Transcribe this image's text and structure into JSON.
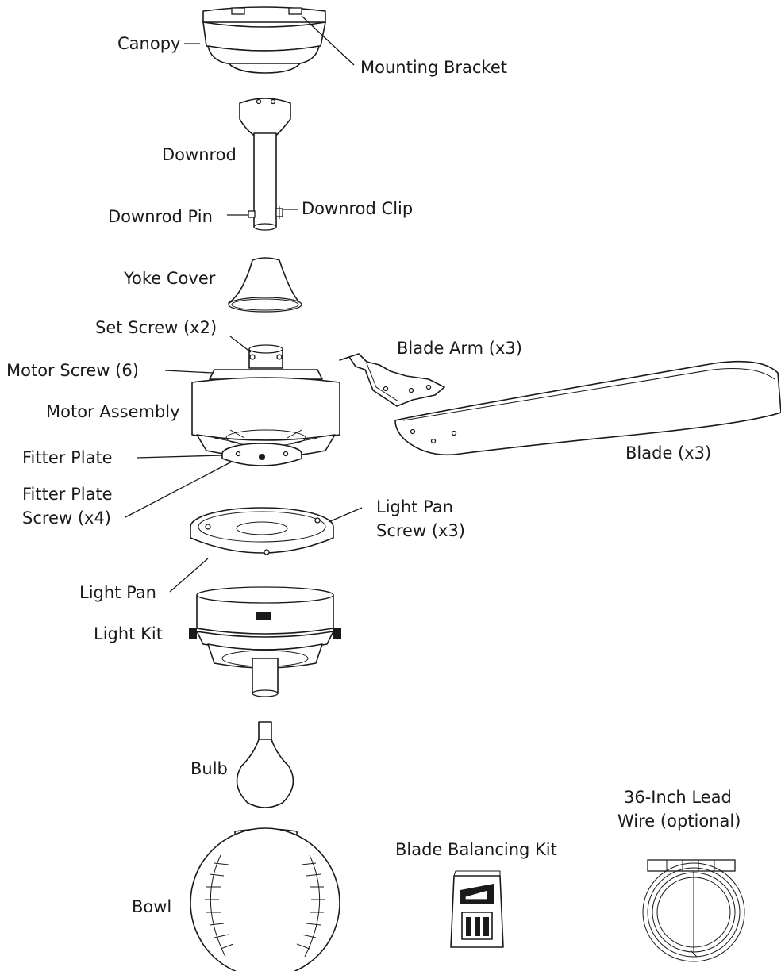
{
  "labels": {
    "canopy": "Canopy",
    "mounting_bracket": "Mounting Bracket",
    "downrod": "Downrod",
    "downrod_pin": "Downrod Pin",
    "downrod_clip": "Downrod Clip",
    "yoke_cover": "Yoke Cover",
    "set_screw": "Set Screw (x2)",
    "motor_screw": "Motor Screw (6)",
    "motor_assembly": "Motor Assembly",
    "fitter_plate": "Fitter Plate",
    "fitter_plate_screw_1": "Fitter Plate",
    "fitter_plate_screw_2": "Screw (x4)",
    "blade_arm": "Blade Arm (x3)",
    "blade": "Blade (x3)",
    "light_pan_screw_1": "Light Pan",
    "light_pan_screw_2": "Screw (x3)",
    "light_pan": "Light Pan",
    "light_kit": "Light Kit",
    "bulb": "Bulb",
    "bowl": "Bowl",
    "blade_balancing_kit": "Blade Balancing Kit",
    "lead_wire_1": "36-Inch Lead",
    "lead_wire_2": "Wire (optional)"
  }
}
